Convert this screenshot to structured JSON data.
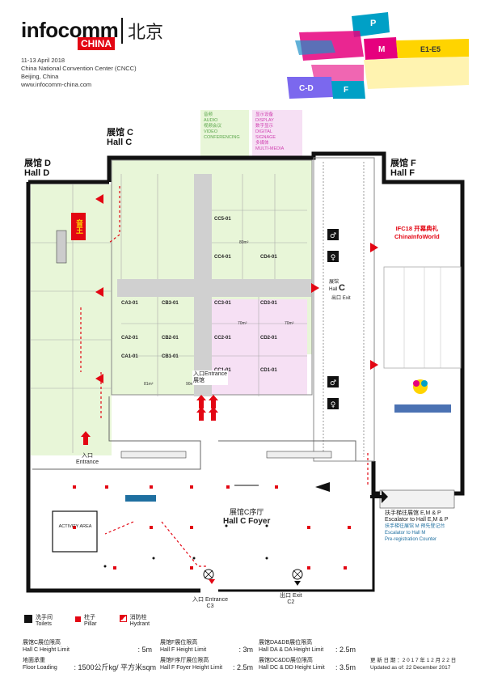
{
  "header": {
    "logo_main": "infocomm",
    "logo_china": "CHINA",
    "logo_cn": "北京",
    "date": "11-13 April 2018",
    "venue": "China National Convention Center (CNCC)",
    "city": "Beijing, China",
    "url": "www.infocomm-china.com"
  },
  "mini_map": {
    "hall_p": "P",
    "hall_m": "M",
    "hall_e": "E1-E5",
    "hall_cd": "C-D",
    "hall_f": "F",
    "accent_colors": [
      "#00a0c6",
      "#e6007e",
      "#ffd400",
      "#6a5acd"
    ]
  },
  "category_legend": {
    "audio": [
      "音频",
      "AUDIO",
      "视频会议",
      "VIDEO",
      "CONFERENCING"
    ],
    "display": [
      "显示设备",
      "DISPLAY",
      "数字显示",
      "DIGITAL",
      "SIGNAGE",
      "多媒体",
      "MULTI-MEDIA"
    ],
    "audio_color": "#e8f6d8",
    "display_color": "#f6e0f4"
  },
  "halls": {
    "c": {
      "cn": "展馆 C",
      "en": "Hall C"
    },
    "d": {
      "cn": "展馆 D",
      "en": "Hall D"
    },
    "f": {
      "cn": "展馆 F",
      "en": "Hall F"
    },
    "foyer": {
      "cn": "展馆C序厅",
      "en": "Hall C Foyer"
    }
  },
  "booths_c": [
    {
      "id": "CC5-01",
      "area": ""
    },
    {
      "id": "CC4-01",
      "area": ""
    },
    {
      "id": "CD4-01",
      "area": "80m²"
    },
    {
      "id": "CC3-01",
      "area": ""
    },
    {
      "id": "CD3-01",
      "area": ""
    },
    {
      "id": "CC2-01",
      "area": "70m²"
    },
    {
      "id": "CD2-01",
      "area": "70m²"
    },
    {
      "id": "CC1-01",
      "area": ""
    },
    {
      "id": "CD1-01",
      "area": ""
    },
    {
      "id": "CA3-01",
      "area": ""
    },
    {
      "id": "CB3-01",
      "area": ""
    },
    {
      "id": "CA2-01",
      "area": ""
    },
    {
      "id": "CB2-01",
      "area": ""
    },
    {
      "id": "CA1-01",
      "area": "81m²"
    },
    {
      "id": "CB1-01",
      "area": "90m²"
    }
  ],
  "hall_labels": {
    "audio_king": "音王",
    "hall_c_exit_cn": "出口",
    "hall_c_exit_en": "Exit",
    "hall_c_cn": "展馆",
    "hall_c_en": "Hall",
    "hall_c_letter": "C",
    "ifc_cn": "IFC18 开幕典礼",
    "ifc_en": "ChinaInfoWorld",
    "entrance_c_cn": "入口",
    "entrance_c_en": "Entrance",
    "entrance_hall_c": "展馆",
    "entrance_d_cn": "入口",
    "entrance_d_en": "Entrance",
    "entrance_c3_cn": "入口",
    "entrance_c3_en": "Entrance",
    "entrance_c3_code": "C3",
    "exit_c2_cn": "出口",
    "exit_c2_en": "Exit",
    "exit_c2_code": "C2",
    "activity_area": "ACTIVITY AREA",
    "escalator_cn": "扶手梯往展馆 E,M & P",
    "escalator_en": "Escalator to Hall E,M & P",
    "escalator_m_cn": "扶手梯往展馆 M 预先登记台",
    "escalator_m_en": "Escalator to Hall M",
    "preregistration": "Pre-registration Counter"
  },
  "map_legend": [
    {
      "icon": "toilet-icon",
      "cn": "洗手间",
      "en": "Toilets"
    },
    {
      "icon": "pillar-icon",
      "cn": "柱子",
      "en": "Pillar"
    },
    {
      "icon": "hydrant-icon",
      "cn": "消防栓",
      "en": "Hydrant"
    }
  ],
  "limits": [
    {
      "cn": "展馆C展位限高",
      "en": "Hall C Height Limit",
      "value": ": 5m"
    },
    {
      "cn": "展馆F展位限高",
      "en": "Hall F Height Limit",
      "value": ": 3m"
    },
    {
      "cn": "展馆DA&DB展位限高",
      "en": "Hall DA & DA Height Limit",
      "value": ": 2.5m"
    },
    {
      "cn": "地面承重",
      "en": "Floor Loading",
      "value": ": 1500公斤kg/ 平方米sqm"
    },
    {
      "cn": "展馆F序厅展位限高",
      "en": "Hall F Foyer Height Limit",
      "value": ": 2.5m"
    },
    {
      "cn": "展馆DC&DD展位限高",
      "en": "Hall DC & DD Height Limit",
      "value": ": 3.5m"
    }
  ],
  "updated": {
    "cn": "更 新 日 期 ：2 0 1 7 年 1 2 月 2 2 日",
    "en": "Updated as of: 22 December 2017"
  },
  "colors": {
    "brand_red": "#e30613",
    "audio_zone": "#e8f6d8",
    "display_zone": "#f6e0f4",
    "aisle_gray": "#d0d0d0",
    "wall": "#111111"
  }
}
